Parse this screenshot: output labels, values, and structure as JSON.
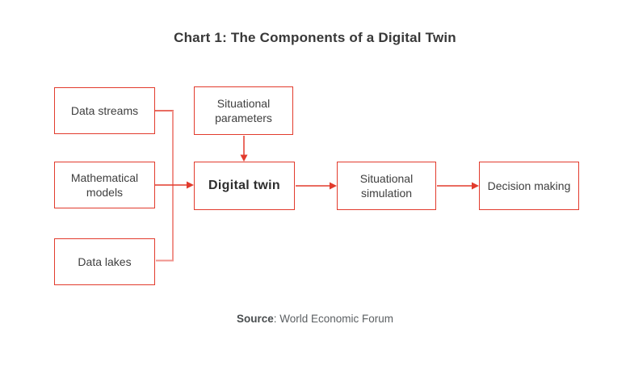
{
  "title": "Chart 1: The Components of a Digital Twin",
  "diagram": {
    "nodes": [
      {
        "id": "data-streams",
        "label": "Data streams"
      },
      {
        "id": "situational-parameters",
        "label": "Situational parameters"
      },
      {
        "id": "mathematical-models",
        "label": "Mathematical models"
      },
      {
        "id": "data-lakes",
        "label": "Data lakes"
      },
      {
        "id": "digital-twin",
        "label": "Digital twin"
      },
      {
        "id": "situational-simulation",
        "label": "Situational simulation"
      },
      {
        "id": "decision-making",
        "label": "Decision making"
      }
    ],
    "edges": [
      "data-streams -> digital-twin",
      "mathematical-models -> digital-twin",
      "data-lakes -> digital-twin",
      "situational-parameters -> digital-twin",
      "digital-twin -> situational-simulation",
      "situational-simulation -> decision-making"
    ]
  },
  "source": {
    "label": "Source",
    "rest": ": World Economic Forum"
  },
  "colors": {
    "accent_red": "#e23b2d",
    "connector_light_red": "#f0938c",
    "title_text": "#383838",
    "node_text": "#3e3e3e",
    "source_text": "#5b5f62"
  }
}
